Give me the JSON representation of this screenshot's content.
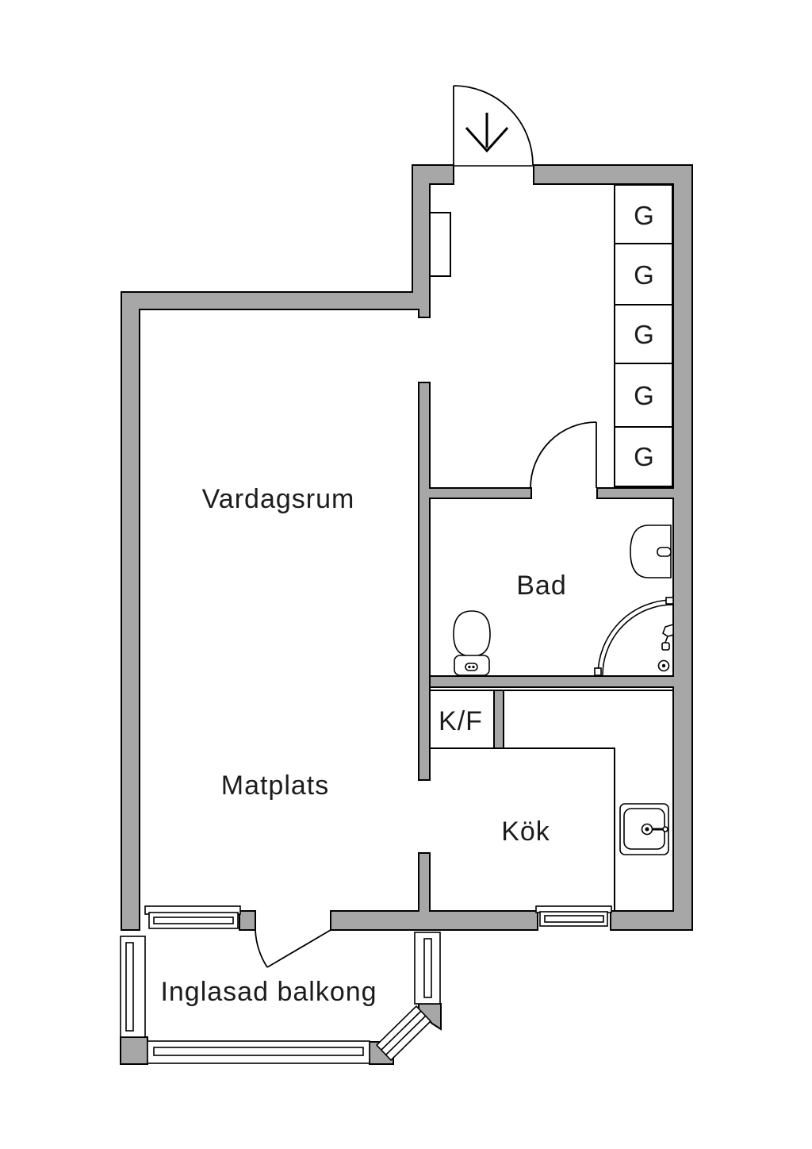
{
  "page": {
    "title": "Apartment floor plan"
  },
  "colors": {
    "wall": "#a7a7a7",
    "outline": "#000000",
    "background": "#ffffff",
    "text": "#1c1c1c"
  },
  "rooms": {
    "living": {
      "label": "Vardagsrum"
    },
    "dining": {
      "label": "Matplats"
    },
    "bath": {
      "label": "Bad"
    },
    "kitchen": {
      "label": "Kök"
    },
    "fridge_freezer": {
      "label": "K/F"
    },
    "balcony": {
      "label": "Inglasad balkong"
    }
  },
  "closets": {
    "items": [
      {
        "label": "G"
      },
      {
        "label": "G"
      },
      {
        "label": "G"
      },
      {
        "label": "G"
      },
      {
        "label": "G"
      }
    ]
  },
  "fixtures": [
    "entry-arrow-icon",
    "entrance-door-icon",
    "bathroom-door-icon",
    "balcony-door-icon",
    "toilet-icon",
    "washbasin-icon",
    "shower-icon",
    "shower-drain-icon",
    "kitchen-sink-icon",
    "wardrobe-column-icon",
    "window-icon"
  ]
}
